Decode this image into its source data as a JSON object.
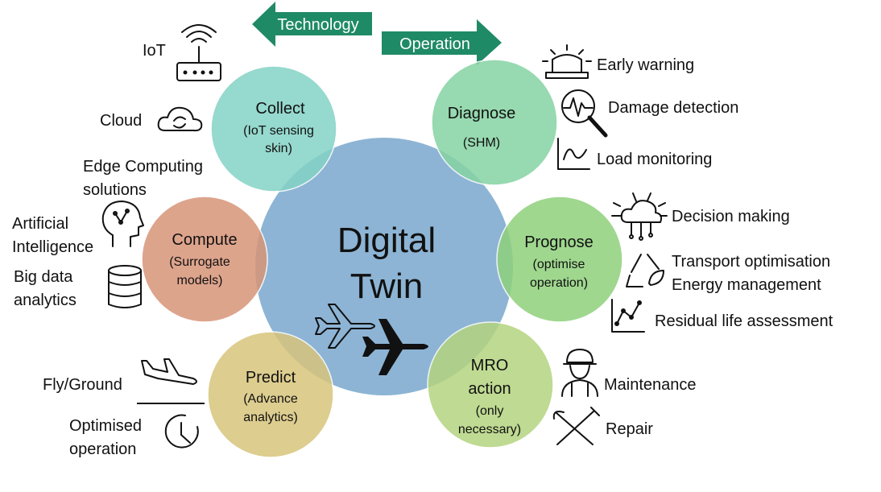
{
  "arrows": {
    "technology": "Technology",
    "operation": "Operation",
    "color": "#1f8a66"
  },
  "center": {
    "line1": "Digital",
    "line2": "Twin",
    "color": "#8db4d4"
  },
  "circles": {
    "collect": {
      "title": "Collect",
      "sub1": "(IoT sensing",
      "sub2": "skin)",
      "color": "#84d3c6"
    },
    "diagnose": {
      "title": "Diagnose",
      "sub1": "(SHM)",
      "color": "#86d3a3"
    },
    "prognose": {
      "title": "Prognose",
      "sub1": "(optimise",
      "sub2": "operation)",
      "color": "#8fd17c"
    },
    "mro": {
      "title1": "MRO",
      "title2": "action",
      "sub1": "(only",
      "sub2": "necessary)",
      "color": "#b4d47f"
    },
    "predict": {
      "title": "Predict",
      "sub1": "(Advance",
      "sub2": "analytics)",
      "color": "#d8c57c"
    },
    "compute": {
      "title": "Compute",
      "sub1": "(Surrogate",
      "sub2": "models)",
      "color": "#d89578"
    }
  },
  "labels": {
    "iot": "IoT",
    "cloud": "Cloud",
    "edge1": "Edge Computing",
    "edge2": "solutions",
    "ai1": "Artificial",
    "ai2": "Intelligence",
    "bigdata1": "Big data",
    "bigdata2": "analytics",
    "fly": "Fly/Ground",
    "opt1": "Optimised",
    "opt2": "operation",
    "early": "Early warning",
    "damage": "Damage detection",
    "load": "Load monitoring",
    "decision": "Decision making",
    "transport": "Transport optimisation",
    "energy": "Energy management",
    "residual": "Residual life assessment",
    "maintenance": "Maintenance",
    "repair": "Repair"
  }
}
